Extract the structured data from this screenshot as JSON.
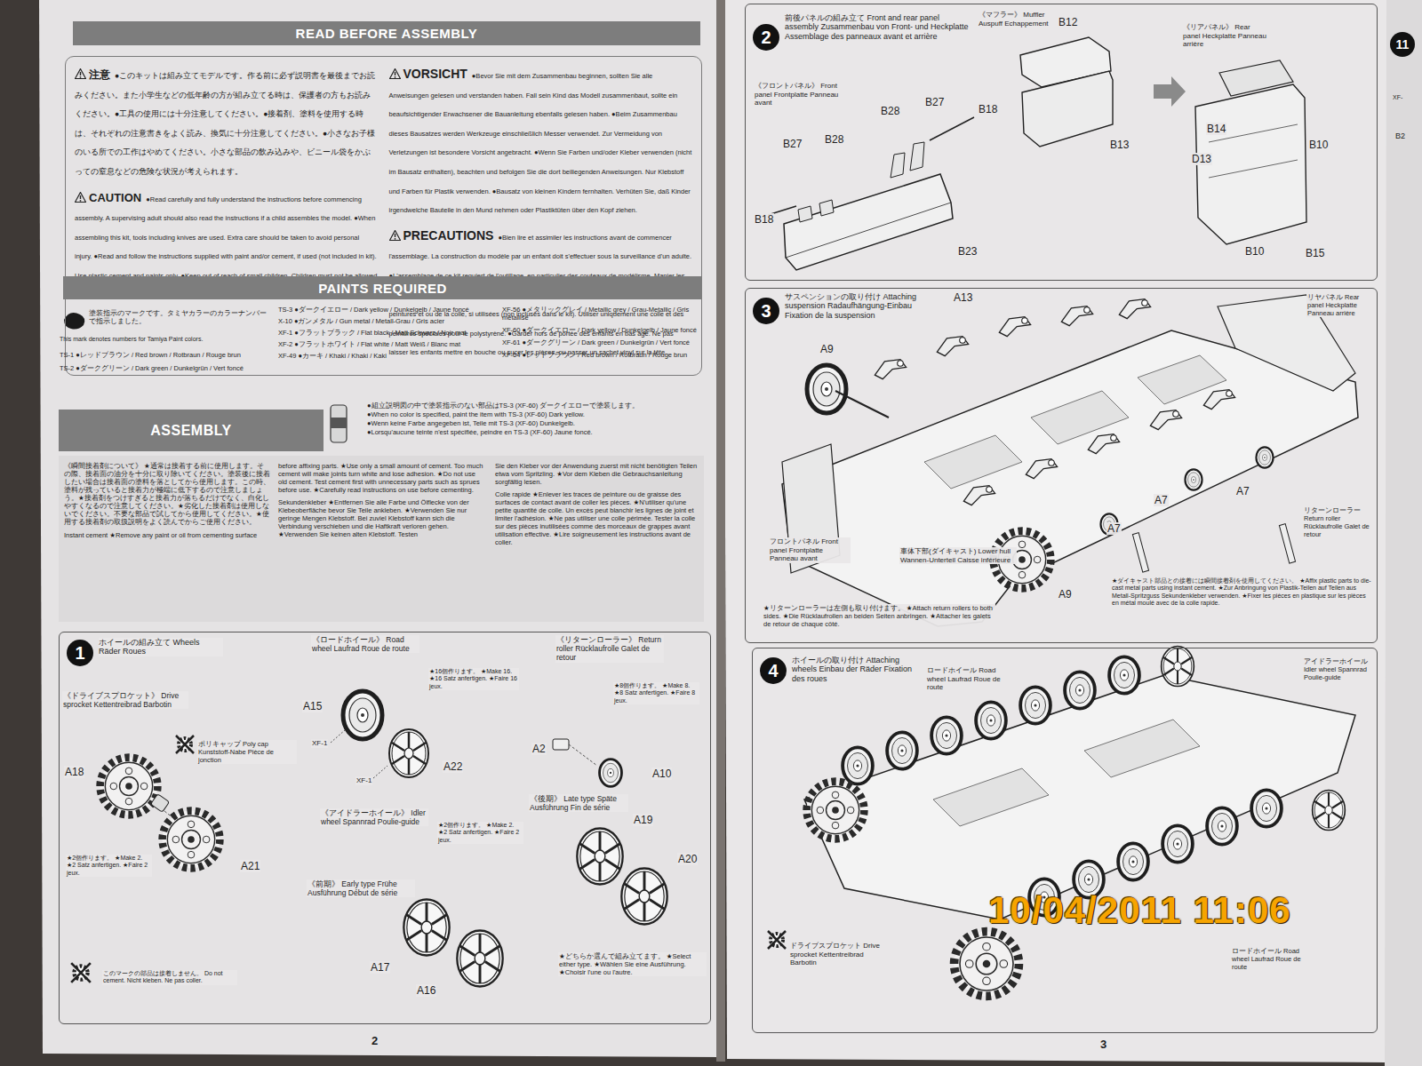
{
  "diagram": {
    "nodes": [
      {
        "text": [
          "READ BEFORE ASSEMBLY"
        ]
      },
      {
        "text": [
          "注意",
          "●このキットは組み立てモデルです。作る前に必ず説明書を最後までお読みください。また小学生などの低年齢の方が組み立てる時は、保護者の方もお読みください。●工具の使用には十分注意してください。●接着剤、塗料を使用する時は、それぞれの注意書きをよく読み、換気に十分注意してください。●小さなお子様のいる所での工作はやめてください。小さな部品の飲み込みや、ビニール袋をかぶっての窒息などの危険な状況が考えられます。",
          "CAUTION",
          "●Read carefully and fully understand the instructions before commencing assembly. A supervising adult should also read the instructions if a child assembles the model. ●When assembling this kit, tools including knives are used. Extra care should be taken to avoid personal injury. ●Read and follow the instructions supplied with paint and/or cement, if used (not included in kit). Use plastic cement and paints only. ●Keep out of reach of small children. Children must not be allowed to put any part in their mouths, or pull vinyl bag over their heads.",
          "VORSICHT",
          "●Bevor Sie mit dem Zusammenbau beginnen, sollten Sie alle Anweisungen gelesen und verstanden haben. Fall sein Kind das Modell zusammenbaut, sollte ein beaufsichtigender Erwachsener die Bauanleitung ebenfalls gelesen haben. ●Beim Zusammenbau dieses Bausatzes werden Werkzeuge einschließlich Messer verwendet. Zur Vermeidung von Verletzungen ist besondere Vorsicht angebracht. ●Wenn Sie Farben und/oder Kleber verwenden (nicht im Bausatz enthalten), beachten und befolgen Sie die dort beiliegenden Anweisungen. Nur Klebstoff und Farben für Plastik verwenden. ●Bausatz von kleinen Kindern fernhalten. Verhüten Sie, daß Kinder irgendwelche Bauteile in den Mund nehmen oder Plastiktüten über den Kopf ziehen.",
          "PRECAUTIONS",
          "●Bien lire et assimiler les instructions avant de commencer l'assemblage. La construction du modèle par un enfant doit s'effectuer sous la surveillance d'un adulte. ●L'assemblage de ce kit requiert de l'outillage, en particulier des couteaux de modélisme. Manier les outils avec précaution pour éviter toute blessure. ●Lire et suivre les instructions d'utilisation des peintures et ou de la colle, si utilisées (non incluses dans le kit). Utiliser uniquement une colle et des peintures spéciales pour le polystyrène. ●Garder hors de portée des enfants en bas âge. Ne pas laisser les enfants mettre en bouche ou sucer les pièces, ou passer un sachet vinyl sur la tête."
        ]
      },
      {
        "text": [
          "PAINTS REQUIRED"
        ]
      },
      {
        "text": [
          "ASSEMBLY"
        ]
      },
      {
        "text": [
          "ホイールの組み立て Wheels Räder Roues"
        ]
      },
      {
        "text": [
          "1"
        ],
        "in": 4
      },
      {
        "text": [
          "前後パネルの組み立て Front and rear panel assembly Zusammenbau von Front- und Heckplatte Assemblage des panneaux avant et arrière"
        ]
      },
      {
        "text": [
          "2"
        ],
        "in": 6
      },
      {
        "text": [
          "サスペンションの取り付け Attaching suspension Radaufhängung-Einbau Fixation de la suspension"
        ]
      },
      {
        "text": [
          "3"
        ],
        "in": 8
      },
      {
        "text": [
          "ホイールの取り付け Attaching wheels Einbau der Räder Fixation des roues"
        ]
      },
      {
        "text": [
          "4"
        ],
        "in": 10
      },
      {
        "text": [
          "11"
        ]
      }
    ],
    "labels": [
      "塗装指示のマークです。タミヤカラーのカラーナンバーで指示しました。",
      "This mark denotes numbers for Tamiya Paint colors.",
      "TS-1 ●レッドブラウン / Red brown / Rotbraun / Rouge brun",
      "TS-2 ●ダークグリーン / Dark green / Dunkelgrün / Vert foncé",
      "TS-3 ●ダークイエロー / Dark yellow / Dunkelgelb / Jaune foncé",
      "X-10 ●ガンメタル / Gun metal / Metall-Grau / Gris acier",
      "XF-1 ●フラットブラック / Flat black / Matt Schwarz / Noir mat",
      "XF-2 ●フラットホワイト / Flat white / Matt Weiß / Blanc mat",
      "XF-49 ●カーキ / Khaki / Khaki / Kaki",
      "XF-56 ●メタリックグレイ / Metallic grey / Grau-Metallic / Gris métallisé",
      "XF-60 ●ダークイエロー / Dark yellow / Dunkelgelb / Jaune foncé",
      "XF-61 ●ダークグリーン / Dark green / Dunkelgrün / Vert foncé",
      "XF-64 ●レッドブラウン / Red brown / Rotbraun / Rouge brun",
      "●組立説明図の中で塗装指示のない部品はTS-3 (XF-60) ダークイエローで塗装します。",
      "●When no color is specified, paint the item with TS-3 (XF-60) Dark yellow.",
      "●Wenn keine Farbe angegeben ist, Teile mit TS-3 (XF-60) Dunkelgelb.",
      "●Lorsqu'aucune teinte n'est spécifiée, peindre en TS-3 (XF-60) Jaune foncé.",
      "《瞬間接着剤について》 ★通常は接着する前に使用します。その際、接着面の油分を十分に取り除いてください。塗装後に接着したい場合は接着面の塗料を落としてから使用します。この時、塗料が残っていると接着力が極端に低下するので注意しましょう。★接着剤をつけすぎると接着力が落ちるだけでなく、白化しやすくなるので注意してください。★劣化した接着剤は使用しないでください。不要な部品で試してから使用してください。★使用する接着剤の取扱説明をよく読んでからご使用ください。",
      "Instant cement ★Remove any paint or oil from cementing surface",
      "before affixing parts. ★Use only a small amount of cement. Too much cement will make joints turn white and lose adhesion. ★Do not use old cement. Test cement first with unnecessary parts such as sprues before use. ★Carefully read instructions on use before cementing.",
      "Sekundenkleber ★Entfernen Sie alle Farbe und Ölflecke von der Klebeoberfläche bevor Sie Teile ankleben. ★Verwenden Sie nur geringe Mengen Klebstoff. Bei zuviel Klebstoff kann sich die Verbindung verschieben und die Haftkraft verloren gehen. ★Verwenden Sie keinen alten Klebstoff. Testen",
      "Sie den Kleber vor der Anwendung zuerst mit nicht benötigten Teilen etwa vom Spritzling. ★Vor dem Kleben die Gebrauchsanleitung sorgfältig lesen.",
      "Colle rapide ★Enlever les traces de peinture ou de graisse des surfaces de contact avant de coller les pièces. ★N'utiliser qu'une petite quantité de colle. Un excès peut blanchir les lignes de joint et limiter l'adhésion. ★Ne pas utiliser une colle périmée. Tester la colle sur des pièces inutilisées comme des morceaux de grappes avant utilisation effective. ★Lire soigneusement les instructions avant de coller.",
      "《ドライブスプロケット》 Drive sprocket Kettentreibrad Barbotin",
      "ポリキャップ Poly cap Kunststoff-Nabe Pièce de jonction",
      "A18",
      "A21",
      "★2個作ります。 ★Make 2. ★2 Satz anfertigen. ★Faire 2 jeux.",
      "《ロードホイール》 Road wheel Laufrad Roue de route",
      "★16個作ります。 ★Make 16. ★16 Satz anfertigen. ★Faire 16 jeux.",
      "A15",
      "XF-1",
      "XF-1",
      "A22",
      "《アイドラーホイール》 Idler wheel Spannrad Poulie-guide",
      "★2個作ります。 ★Make 2. ★2 Satz anfertigen. ★Faire 2 jeux.",
      "《前期》 Early type Frühe Ausführung Début de série",
      "A17",
      "A16",
      "《リターンローラー》 Return roller Rücklaufrolle Galet de retour",
      "★8個作ります。 ★Make 8. ★8 Satz anfertigen. ★Faire 8 jeux.",
      "A2",
      "A10",
      "《後期》 Late type Späte Ausführung Fin de série",
      "A19",
      "A20",
      "★どちらか選んで組み立てます。 ★Select either type. ★Wählen Sie eine Ausführung. ★Choisir l'une ou l'autre.",
      "このマークの部品は接着しません。 Do not cement. Nicht kleben. Ne pas coller.",
      "《マフラー》 Muffler Auspuff Echappement",
      "B12",
      "《リアパネル》 Rear panel Heckplatte Panneau arrière",
      "《フロントパネル》 Front panel Frontplatte Panneau avant",
      "B28",
      "B27",
      "B18",
      "B27",
      "B28",
      "B18",
      "B13",
      "B23",
      "B14",
      "D13",
      "B10",
      "B10",
      "B15",
      "A13",
      "A9",
      "リヤパネル Rear panel Heckplatte Panneau arrière",
      "A7",
      "A7",
      "A7",
      "リターンローラー Return roller Rücklaufrolle Galet de retour",
      "フロントパネル Front panel Frontplatte Panneau avant",
      "車体下部(ダイキャスト) Lower hull Wannen-Unterteil Caisse inférieure",
      "A9",
      "★ダイキャスト部品との接着には瞬間接着剤を使用してください。 ★Affix plastic parts to die-cast metal parts using instant cement. ★Zur Anbringung von Plastik-Teilen auf Teilen aus Metall-Spritzguss Sekundenkleber verwenden. ★Fixer les pièces en plastique sur les pièces en métal moulé avec de la colle rapide.",
      "★リターンローラーは左側も取り付けます。 ★Attach return rollers to both sides. ★Die Rücklaufrollen an beiden Seiten anbringen. ★Attacher les galets de retour de chaque côté.",
      "ロードホイール Road wheel Laufrad Roue de route",
      "アイドラーホイール Idler wheel Spannrad Poulie-guide",
      "ドライブスプロケット Drive sprocket Kettentreibrad Barbotin",
      "ロードホイール Road wheel Laufrad Roue de route",
      "2",
      "3",
      "10/04/2011 11:06",
      "XF-",
      "B2"
    ]
  }
}
